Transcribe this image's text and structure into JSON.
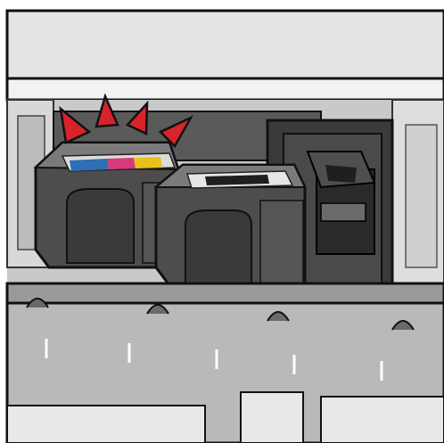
{
  "illustration": {
    "subject": "printer-ink-cartridges-installed",
    "cartridges": [
      {
        "id": "color-cartridge",
        "label_stripes": [
          "#2e6fb5",
          "#d63a7a",
          "#e8c21b"
        ]
      },
      {
        "id": "black-cartridge"
      }
    ],
    "alert_indicator": {
      "type": "click-marks",
      "count": 4
    },
    "colors": {
      "alert_red": "#d8232a",
      "housing_light": "#e6e6e6",
      "housing_mid": "#b4b4b4",
      "cartridge_body": "#4d4d4d",
      "cartridge_dark": "#2e2e2e",
      "holder_dark": "#3a3a3a",
      "outline": "#111111"
    }
  }
}
